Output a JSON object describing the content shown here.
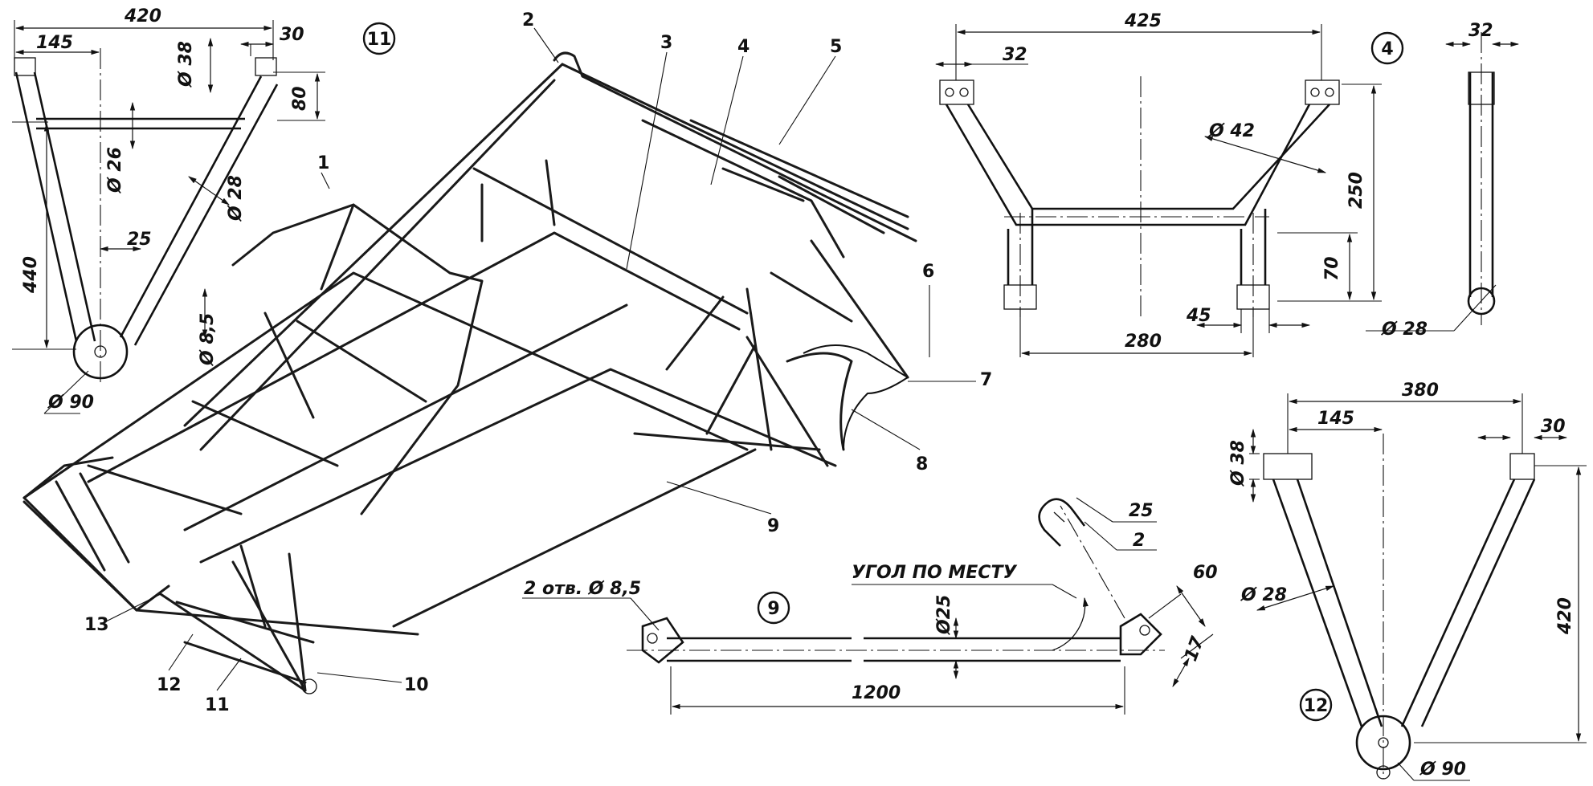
{
  "callouts": [
    "1",
    "2",
    "3",
    "4",
    "5",
    "6",
    "7",
    "8",
    "9",
    "10",
    "11",
    "12",
    "13"
  ],
  "detail_11": {
    "id": "11",
    "dims": [
      "420",
      "145",
      "30",
      "Ø 38",
      "80",
      "Ø 26",
      "Ø 28",
      "25",
      "440",
      "Ø 8,5",
      "Ø 90"
    ]
  },
  "detail_4": {
    "id": "4",
    "dims": [
      "425",
      "32",
      "Ø 42",
      "250",
      "70",
      "45",
      "280",
      "32",
      "Ø 28"
    ]
  },
  "detail_9": {
    "id": "9",
    "dims": [
      "2 отв. Ø 8,5",
      "Ø25",
      "1200",
      "УГОЛ ПО МЕСТУ",
      "60",
      "17",
      "25",
      "2"
    ]
  },
  "detail_12": {
    "id": "12",
    "dims": [
      "380",
      "145",
      "30",
      "Ø 38",
      "Ø 28",
      "420",
      "Ø 90"
    ]
  }
}
